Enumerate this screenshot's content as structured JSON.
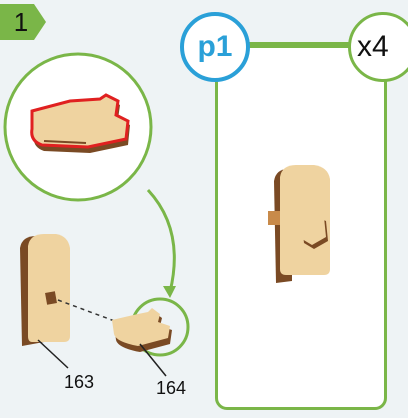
{
  "step": {
    "number": "1",
    "badge_color": "#7ab648"
  },
  "part_badge": {
    "label": "p1",
    "color": "#2aa0d8"
  },
  "quantity_badge": {
    "label": "x4"
  },
  "labels": {
    "part_a": "163",
    "part_b": "164"
  },
  "colors": {
    "wood": "#efd3a0",
    "wood_edge": "#7a4a24",
    "highlight": "#e02020",
    "frame": "#7ab648"
  }
}
